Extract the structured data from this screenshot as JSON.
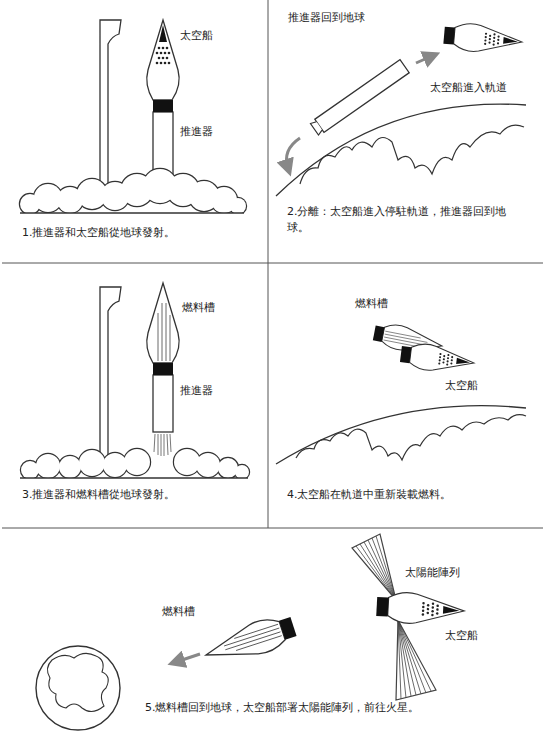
{
  "diagram": {
    "labels": [
      "太空船",
      "推進器",
      "1.推進器和太空船從地球發射。",
      "推進器回到地球",
      "太空船進入軌道",
      "2.分離：太空船進入停駐軌道，推進器回到地球。",
      "燃料槽",
      "推進器",
      "3.推進器和燃料槽從地球發射。",
      "燃料槽",
      "太空船",
      "4.太空船在軌道中重新裝載燃料。",
      "太陽能陣列",
      "燃料槽",
      "太空船",
      "5.燃料槽回到地球，太空船部署太陽能陣列，前往火星。"
    ]
  }
}
